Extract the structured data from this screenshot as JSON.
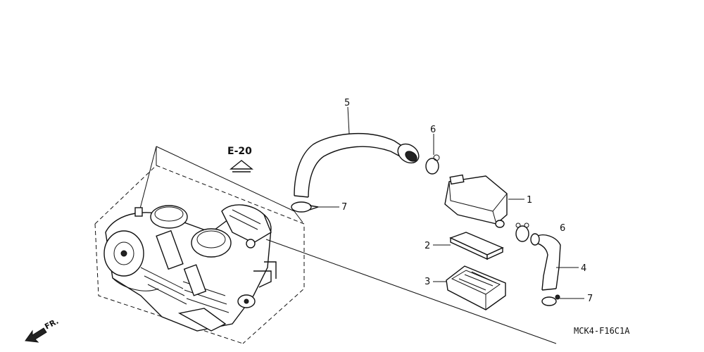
{
  "reference": {
    "label": "E-20"
  },
  "direction": {
    "label": "FR."
  },
  "diagram_code": "MCK4-F16C1A",
  "callouts": [
    {
      "id": "1",
      "label": "1"
    },
    {
      "id": "2",
      "label": "2"
    },
    {
      "id": "3",
      "label": "3"
    },
    {
      "id": "4",
      "label": "4"
    },
    {
      "id": "5",
      "label": "5"
    },
    {
      "id": "6a",
      "label": "6"
    },
    {
      "id": "6b",
      "label": "6"
    },
    {
      "id": "7a",
      "label": "7"
    },
    {
      "id": "7b",
      "label": "7"
    }
  ]
}
